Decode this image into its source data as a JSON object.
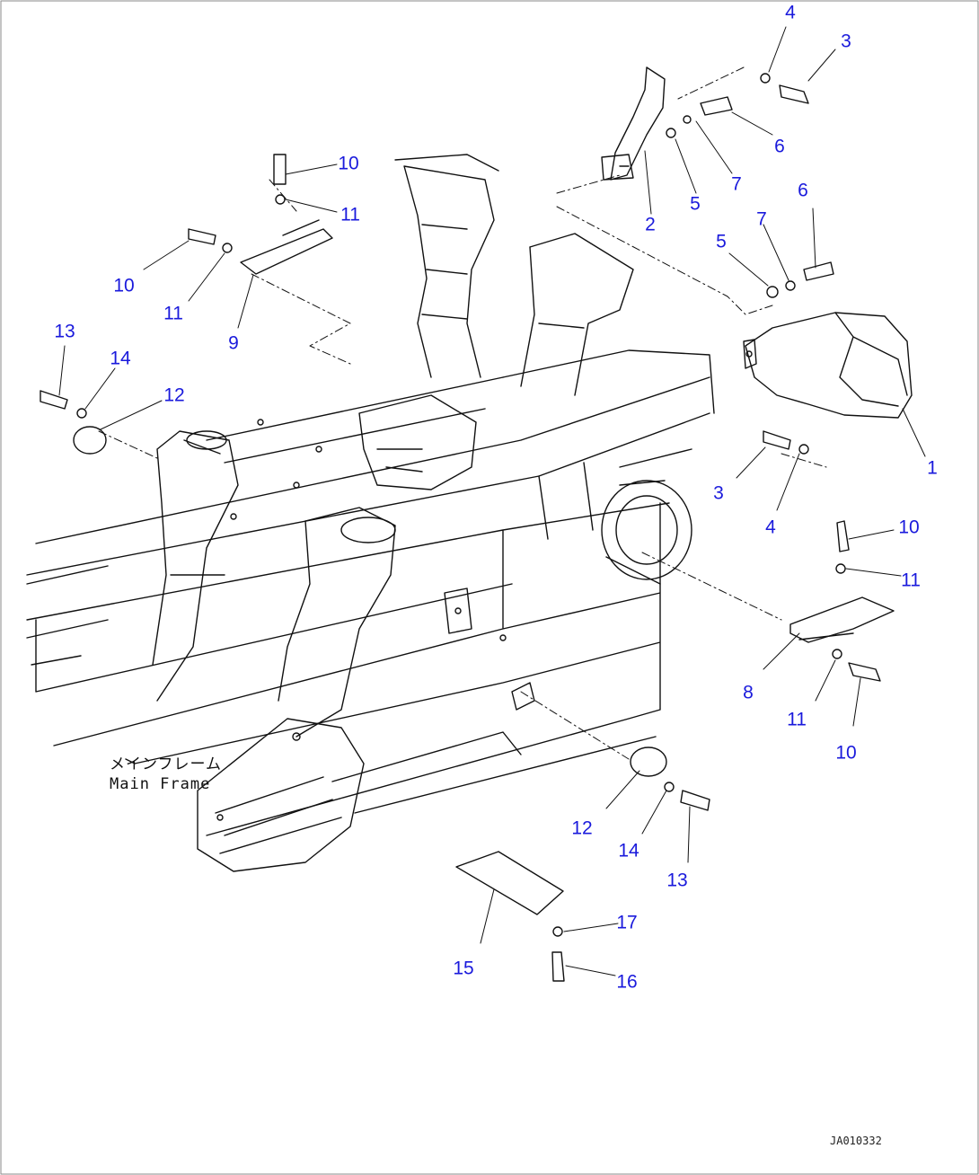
{
  "diagram": {
    "frame_caption_jp": "メインフレーム",
    "frame_caption_en": "Main Frame",
    "drawing_id": "JA010332",
    "callout_color": "#1a1adc",
    "line_color": "#111111",
    "callouts": [
      {
        "label": "1"
      },
      {
        "label": "2"
      },
      {
        "label": "3"
      },
      {
        "label": "3"
      },
      {
        "label": "4"
      },
      {
        "label": "4"
      },
      {
        "label": "5"
      },
      {
        "label": "5"
      },
      {
        "label": "6"
      },
      {
        "label": "6"
      },
      {
        "label": "7"
      },
      {
        "label": "7"
      },
      {
        "label": "8"
      },
      {
        "label": "9"
      },
      {
        "label": "10"
      },
      {
        "label": "10"
      },
      {
        "label": "10"
      },
      {
        "label": "10"
      },
      {
        "label": "11"
      },
      {
        "label": "11"
      },
      {
        "label": "11"
      },
      {
        "label": "11"
      },
      {
        "label": "12"
      },
      {
        "label": "12"
      },
      {
        "label": "13"
      },
      {
        "label": "13"
      },
      {
        "label": "14"
      },
      {
        "label": "14"
      },
      {
        "label": "15"
      },
      {
        "label": "16"
      },
      {
        "label": "17"
      }
    ]
  }
}
